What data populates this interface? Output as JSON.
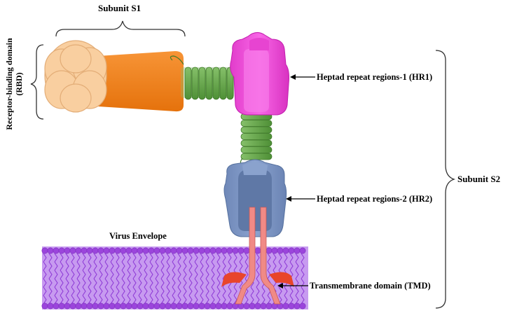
{
  "labels": {
    "subunit_s1": "Subunit S1",
    "rbd_line1": "Receptor-binding domain",
    "rbd_line2": "(RBD)",
    "hr1": "Heptad repeat regions-1 (HR1)",
    "hr2": "Heptad repeat regions-2 (HR2)",
    "subunit_s2": "Subunit S2",
    "virus_envelope": "Virus Envelope",
    "tmd": "Transmembrane domain (TMD)"
  },
  "colors": {
    "rbd_lobes": "#f9cfa0",
    "s1_body": "#f5841f",
    "coil": "#6aa84f",
    "hr1": "#f04bd8",
    "hr2": "#7d96c4",
    "membrane": "#a04de0",
    "tmd": "#f08a86",
    "anchor": "#e8452b"
  },
  "icons": [
    "arrow-hr1-icon",
    "arrow-hr2-icon",
    "arrow-tmd-icon"
  ]
}
